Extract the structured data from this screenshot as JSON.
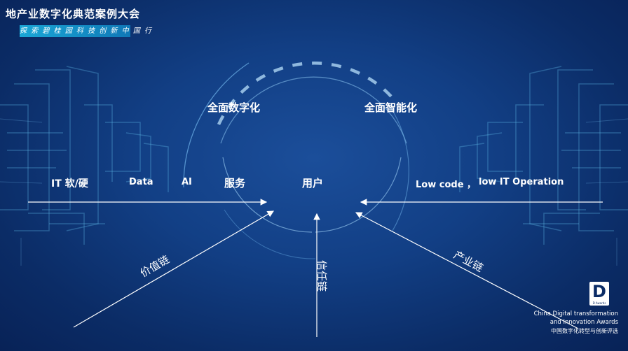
{
  "header": {
    "title": "地产业数字化典范案例大会",
    "subtitle": "探 索 碧 桂 园 科 技 创 新 中 国 行"
  },
  "diagram": {
    "top_left_label": "全面数字化",
    "top_right_label": "全面智能化",
    "left_items": [
      "IT 软/硬",
      "Data",
      "AI",
      "服务"
    ],
    "center_label": "用户",
    "right_items": [
      "Low code ，",
      "low IT Operation"
    ],
    "chain_left": "价值链",
    "chain_center": "信任链",
    "chain_right": "产业链"
  },
  "award": {
    "logo_letter": "D",
    "logo_small": "D Awards",
    "line1": "China Digital transformation",
    "line2": "and Innovation Awards",
    "line3": "中国数字化转型与创新评选"
  },
  "colors": {
    "background": "#123f85",
    "accent_cyan": "#1aa7d6",
    "line": "#ffffff"
  }
}
